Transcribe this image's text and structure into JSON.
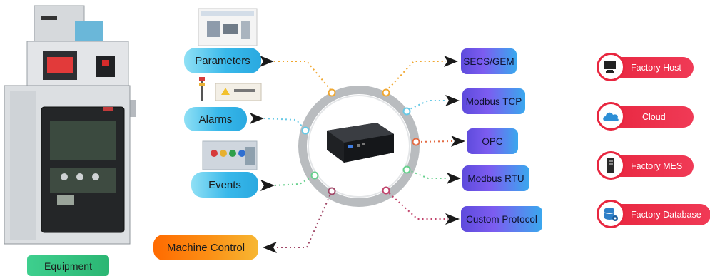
{
  "equipment": {
    "label": "Equipment"
  },
  "inputs": {
    "parameters": "Parameters",
    "alarms": "Alarms",
    "events": "Events"
  },
  "machine_control": "Machine Control",
  "protocols": [
    "SECS/GEM",
    "Modbus TCP",
    "OPC",
    "Modbus RTU",
    "Custom Protocol"
  ],
  "destinations": [
    {
      "label": "Factory Host",
      "icon": "monitor-icon"
    },
    {
      "label": "Cloud",
      "icon": "cloud-icon"
    },
    {
      "label": "Factory MES",
      "icon": "server-tower-icon"
    },
    {
      "label": "Factory Database",
      "icon": "database-gear-icon"
    }
  ],
  "colors": {
    "input_pill": "#38b8ea",
    "protocol_pill": "#6a52e8",
    "machine_control": "#fb9116",
    "equipment": "#2bb673",
    "destination": "#e8263f"
  }
}
